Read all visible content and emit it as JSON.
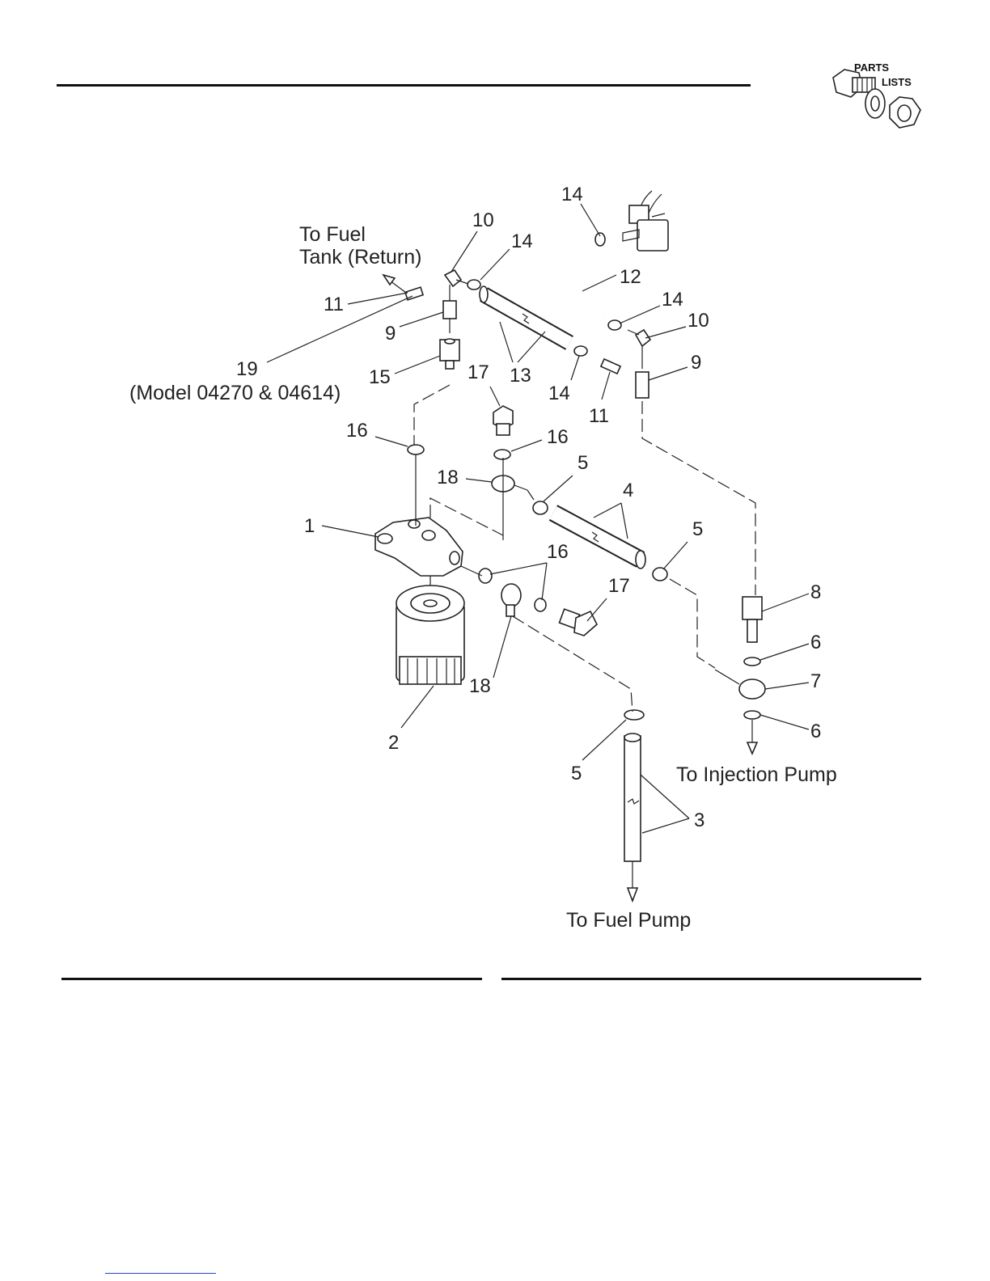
{
  "badge": {
    "line1": "PARTS",
    "line2": "LISTS",
    "icon": "bolt-washer-nut-icon"
  },
  "notes": {
    "to_fuel_tank_line1": "To Fuel",
    "to_fuel_tank_line2": "Tank (Return)",
    "model_note": "(Model 04270 & 04614)",
    "to_injection_pump": "To Injection Pump",
    "to_fuel_pump": "To Fuel Pump"
  },
  "callouts": [
    {
      "id": "c10a",
      "text": "10"
    },
    {
      "id": "c14a",
      "text": "14"
    },
    {
      "id": "c14b",
      "text": "14"
    },
    {
      "id": "c12",
      "text": "12"
    },
    {
      "id": "c14c",
      "text": "14"
    },
    {
      "id": "c10b",
      "text": "10"
    },
    {
      "id": "c11a",
      "text": "11"
    },
    {
      "id": "c9a",
      "text": "9"
    },
    {
      "id": "c19",
      "text": "19"
    },
    {
      "id": "c15",
      "text": "15"
    },
    {
      "id": "c17a",
      "text": "17"
    },
    {
      "id": "c13",
      "text": "13"
    },
    {
      "id": "c14d",
      "text": "14"
    },
    {
      "id": "c11b",
      "text": "11"
    },
    {
      "id": "c9b",
      "text": "9"
    },
    {
      "id": "c16a",
      "text": "16"
    },
    {
      "id": "c16b",
      "text": "16"
    },
    {
      "id": "c18a",
      "text": "18"
    },
    {
      "id": "c5a",
      "text": "5"
    },
    {
      "id": "c4",
      "text": "4"
    },
    {
      "id": "c1",
      "text": "1"
    },
    {
      "id": "c5b",
      "text": "5"
    },
    {
      "id": "c16c",
      "text": "16"
    },
    {
      "id": "c17b",
      "text": "17"
    },
    {
      "id": "c8",
      "text": "8"
    },
    {
      "id": "c6a",
      "text": "6"
    },
    {
      "id": "c7",
      "text": "7"
    },
    {
      "id": "c18b",
      "text": "18"
    },
    {
      "id": "c2",
      "text": "2"
    },
    {
      "id": "c6b",
      "text": "6"
    },
    {
      "id": "c5c",
      "text": "5"
    },
    {
      "id": "c3",
      "text": "3"
    }
  ]
}
